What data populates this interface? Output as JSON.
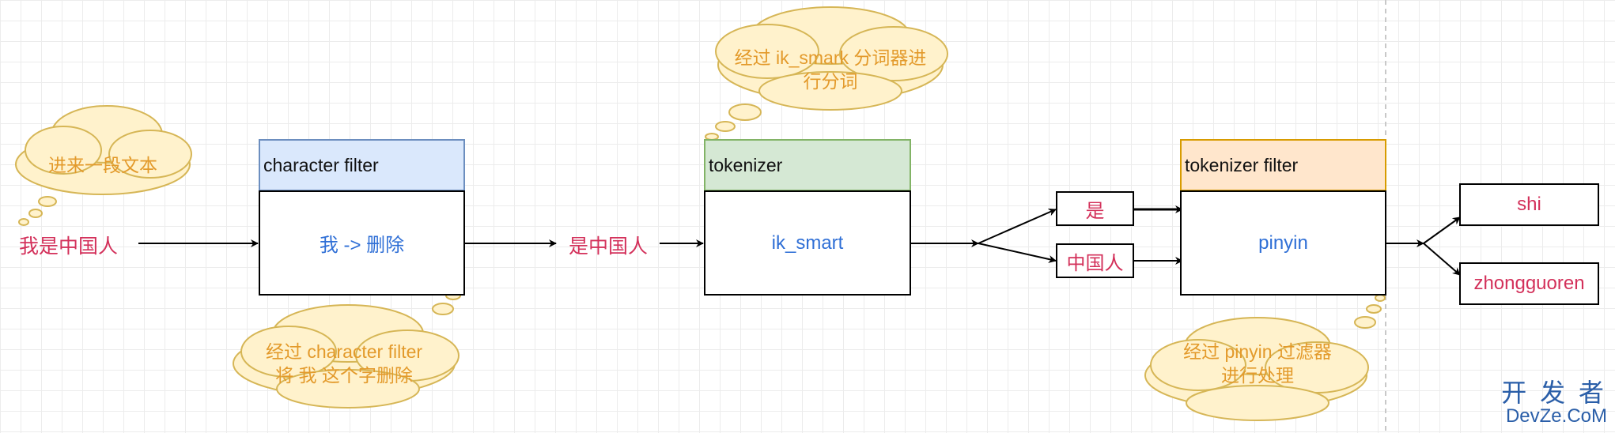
{
  "input": {
    "text": "我是中国人"
  },
  "char_filter": {
    "header": "character filter",
    "body": "我 -> 删除"
  },
  "intermediate": {
    "text": "是中国人"
  },
  "tokenizer": {
    "header": "tokenizer",
    "body": "ik_smart"
  },
  "tokens": [
    "是",
    "中国人"
  ],
  "token_filter": {
    "header": "tokenizer filter",
    "body": "pinyin"
  },
  "outputs": [
    "shi",
    "zhongguoren"
  ],
  "clouds": {
    "input_note": "进来一段文本",
    "char_filter_note_line1": "经过 character filter",
    "char_filter_note_line2": "将 我 这个字删除",
    "tokenizer_note_line1": "经过 ik_smark 分词器进",
    "tokenizer_note_line2": "行分词",
    "pinyin_note_line1": "经过 pinyin 过滤器",
    "pinyin_note_line2": "进行处理"
  },
  "watermark": {
    "line1": "开 发 者",
    "line2": "DevZe.CoM"
  },
  "colors": {
    "char_filter_header": "#dae8fc",
    "char_filter_border": "#6c8ebf",
    "tokenizer_header": "#d5e8d4",
    "tokenizer_border": "#82b366",
    "token_filter_header": "#ffe6cc",
    "token_filter_border": "#d79b00",
    "cloud_fill": "#fff2cc",
    "cloud_stroke": "#d6b656",
    "red_text": "#d3305a",
    "blue_text": "#2f6fd6",
    "orange_text": "#e39a2b"
  }
}
